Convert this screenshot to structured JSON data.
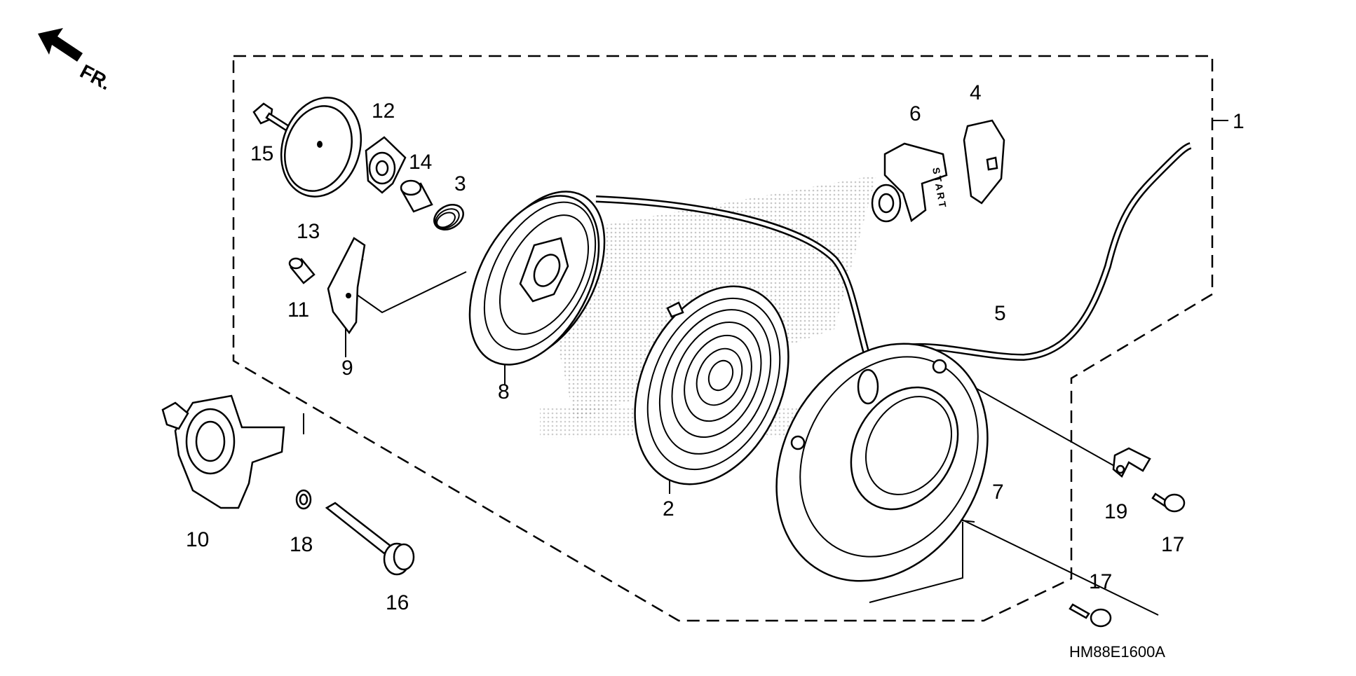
{
  "diagram": {
    "direction_label": "FR.",
    "diagram_code": "HM88E1600A",
    "handle_text": "START",
    "callouts": [
      {
        "id": "1",
        "text": "1"
      },
      {
        "id": "2",
        "text": "2"
      },
      {
        "id": "3",
        "text": "3"
      },
      {
        "id": "4",
        "text": "4"
      },
      {
        "id": "5",
        "text": "5"
      },
      {
        "id": "6",
        "text": "6"
      },
      {
        "id": "7",
        "text": "7"
      },
      {
        "id": "8",
        "text": "8"
      },
      {
        "id": "9",
        "text": "9"
      },
      {
        "id": "10",
        "text": "10"
      },
      {
        "id": "11",
        "text": "11"
      },
      {
        "id": "12",
        "text": "12"
      },
      {
        "id": "13",
        "text": "13"
      },
      {
        "id": "14",
        "text": "14"
      },
      {
        "id": "15",
        "text": "15"
      },
      {
        "id": "16",
        "text": "16"
      },
      {
        "id": "17a",
        "text": "17"
      },
      {
        "id": "17b",
        "text": "17"
      },
      {
        "id": "18",
        "text": "18"
      },
      {
        "id": "19",
        "text": "19"
      }
    ]
  }
}
